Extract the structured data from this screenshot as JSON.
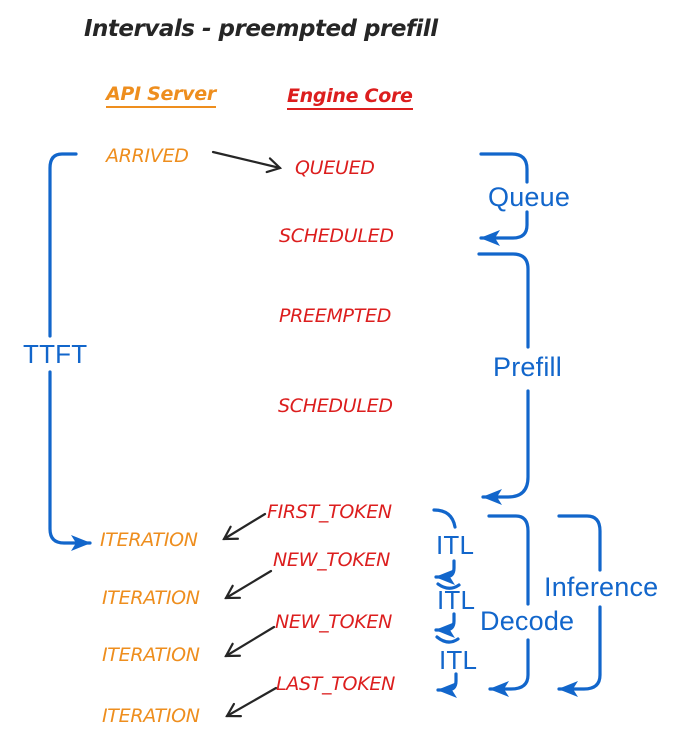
{
  "title": "Intervals - preempted prefill",
  "colors": {
    "api_server_orange": "#EE8E1E",
    "engine_core_red": "#DC1E1E",
    "interval_blue": "#1266CB",
    "ink_black": "#262626",
    "background": "#FFFFFF"
  },
  "columns": {
    "api_server": "API Server",
    "engine_core": "Engine Core"
  },
  "api_events": {
    "arrived": "ARRIVED",
    "iterations": [
      "ITERATION",
      "ITERATION",
      "ITERATION",
      "ITERATION"
    ]
  },
  "engine_events": {
    "queued": "QUEUED",
    "scheduled1": "SCHEDULED",
    "preempted": "PREEMPTED",
    "scheduled2": "SCHEDULED",
    "first_token": "FIRST_TOKEN",
    "new_token1": "NEW_TOKEN",
    "new_token2": "NEW_TOKEN",
    "last_token": "LAST_TOKEN"
  },
  "intervals": {
    "ttft": "TTFT",
    "queue": "Queue",
    "prefill": "Prefill",
    "itl": [
      "ITL",
      "ITL",
      "ITL"
    ],
    "decode": "Decode",
    "inference": "Inference"
  }
}
